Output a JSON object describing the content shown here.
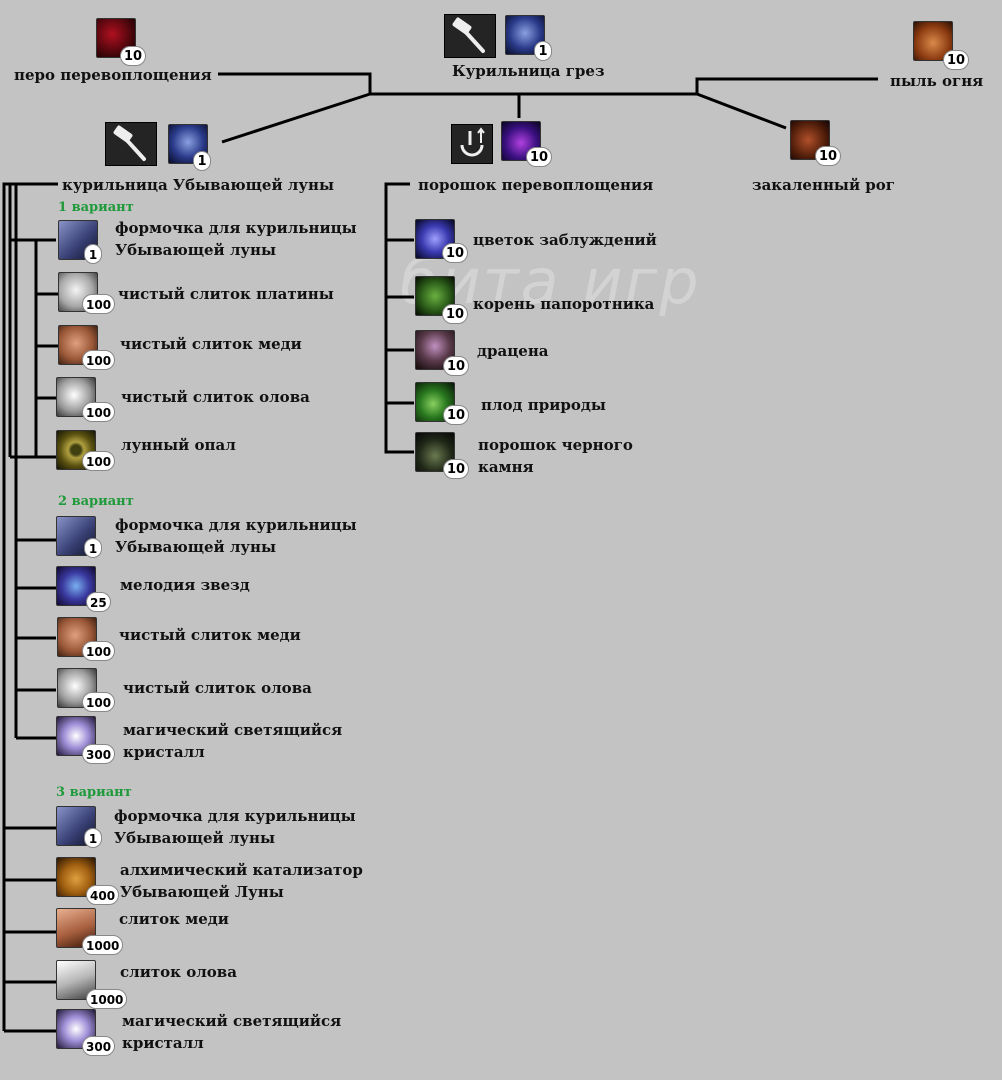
{
  "top": {
    "left": {
      "label": "перо перевоплощения",
      "count": "10",
      "icon": "feather-icon"
    },
    "center": {
      "label": "Курильница грез",
      "count": "1",
      "tool": "hammer-icon",
      "icon": "dragon-icon"
    },
    "right": {
      "label": "пыль огня",
      "count": "10",
      "icon": "fire-dust-icon"
    }
  },
  "middle": {
    "left": {
      "label": "курильница Убывающей луны",
      "count": "1",
      "tool": "hammer-icon",
      "icon": "dragon-icon"
    },
    "center": {
      "label": "порошок перевоплощения",
      "count": "10",
      "tool": "alchemy-icon",
      "icon": "potion-icon"
    },
    "right": {
      "label": "закаленный рог",
      "count": "10",
      "icon": "horn-icon"
    }
  },
  "variants": [
    {
      "title": "1 вариант",
      "items": [
        {
          "label1": "формочка для курильницы",
          "label2": "Убывающей луны",
          "count": "1",
          "icon": "mold-icon"
        },
        {
          "label1": "чистый слиток платины",
          "label2": "",
          "count": "100",
          "icon": "platinum-icon"
        },
        {
          "label1": "чистый слиток меди",
          "label2": "",
          "count": "100",
          "icon": "copper-icon"
        },
        {
          "label1": "чистый слиток олова",
          "label2": "",
          "count": "100",
          "icon": "tin-icon"
        },
        {
          "label1": "лунный опал",
          "label2": "",
          "count": "100",
          "icon": "opal-icon"
        }
      ]
    },
    {
      "title": "2 вариант",
      "items": [
        {
          "label1": "формочка для курильницы",
          "label2": "Убывающей луны",
          "count": "1",
          "icon": "mold-icon"
        },
        {
          "label1": "мелодия звезд",
          "label2": "",
          "count": "25",
          "icon": "melody-icon"
        },
        {
          "label1": "чистый слиток меди",
          "label2": "",
          "count": "100",
          "icon": "copper-icon"
        },
        {
          "label1": "чистый слиток олова",
          "label2": "",
          "count": "100",
          "icon": "tin-icon"
        },
        {
          "label1": "магический светящийся",
          "label2": "кристалл",
          "count": "300",
          "icon": "crystal-icon"
        }
      ]
    },
    {
      "title": "3 вариант",
      "items": [
        {
          "label1": "формочка для курильницы",
          "label2": "Убывающей луны",
          "count": "1",
          "icon": "mold-icon"
        },
        {
          "label1": "алхимический катализатор",
          "label2": "Убывающей Луны",
          "count": "400",
          "icon": "catalyst-icon"
        },
        {
          "label1": "слиток меди",
          "label2": "",
          "count": "1000",
          "icon": "copper-bar-icon"
        },
        {
          "label1": "слиток олова",
          "label2": "",
          "count": "1000",
          "icon": "tin-bar-icon"
        },
        {
          "label1": "магический светящийся",
          "label2": "кристалл",
          "count": "300",
          "icon": "crystal-icon"
        }
      ]
    }
  ],
  "powder_ingredients": [
    {
      "label1": "цветок заблуждений",
      "label2": "",
      "count": "10",
      "icon": "flower-icon"
    },
    {
      "label1": "корень папоротника",
      "label2": "",
      "count": "10",
      "icon": "fern-icon"
    },
    {
      "label1": "драцена",
      "label2": "",
      "count": "10",
      "icon": "dracena-icon"
    },
    {
      "label1": "плод природы",
      "label2": "",
      "count": "10",
      "icon": "fruit-icon"
    },
    {
      "label1": "порошок черного",
      "label2": "камня",
      "count": "10",
      "icon": "stone-powder-icon"
    }
  ],
  "watermark": "бита игр"
}
